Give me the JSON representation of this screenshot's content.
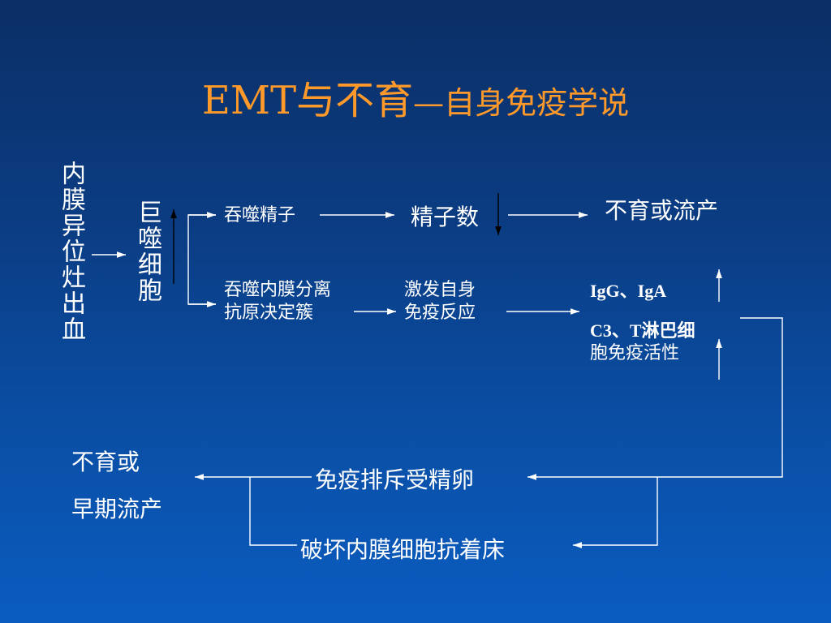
{
  "slide": {
    "title_main": "EMT与不育",
    "title_sub": "—自身免疫学说"
  },
  "nodes": {
    "endometriosis_bleeding": "内膜异位灶出血",
    "macrophage": "巨噬细胞",
    "phagocytose_sperm": "吞噬精子",
    "sperm_count": "精子数",
    "infertility_miscarriage": "不育或流产",
    "phagocytose_endometrium_line1": "吞噬内膜分离",
    "phagocytose_endometrium_line2": "抗原决定簇",
    "trigger_autoimmune_line1": "激发自身",
    "trigger_autoimmune_line2": "免疫反应",
    "igg_iga": "IgG、IgA",
    "c3_t_line1": "C3、T淋巴细",
    "c3_t_line2": "胞免疫活性",
    "immune_rejection": "免疫排斥受精卵",
    "endometrium_damage": "破坏内膜细胞抗着床",
    "result_line1": "不育或",
    "result_line2": "早期流产"
  },
  "colors": {
    "title": "#ff9a2a",
    "text": "#ffffff",
    "line": "#ffffff"
  }
}
